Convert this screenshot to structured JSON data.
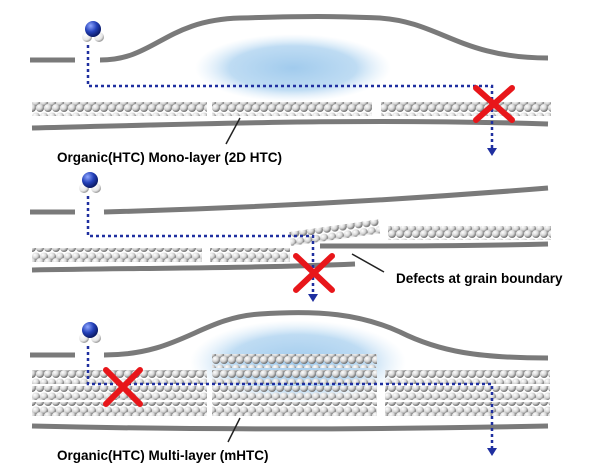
{
  "panels": {
    "monolayer": {
      "label": "Organic(HTC) Mono-layer (2D HTC)"
    },
    "grain_boundary": {
      "label": "Defects at grain boundary"
    },
    "multilayer": {
      "label": "Organic(HTC) Multi-layer (mHTC)"
    }
  },
  "icons": {
    "molecule": "water-molecule-icon",
    "blocked": "red-x-cross-icon"
  },
  "colors": {
    "graphene": "#7a7a7a",
    "path": "#1f2fa0",
    "cross": "#e8161a",
    "cloud": "#8fbfe6",
    "oxygen": "#1f3aa8",
    "hydrogen": "#ffffff"
  }
}
